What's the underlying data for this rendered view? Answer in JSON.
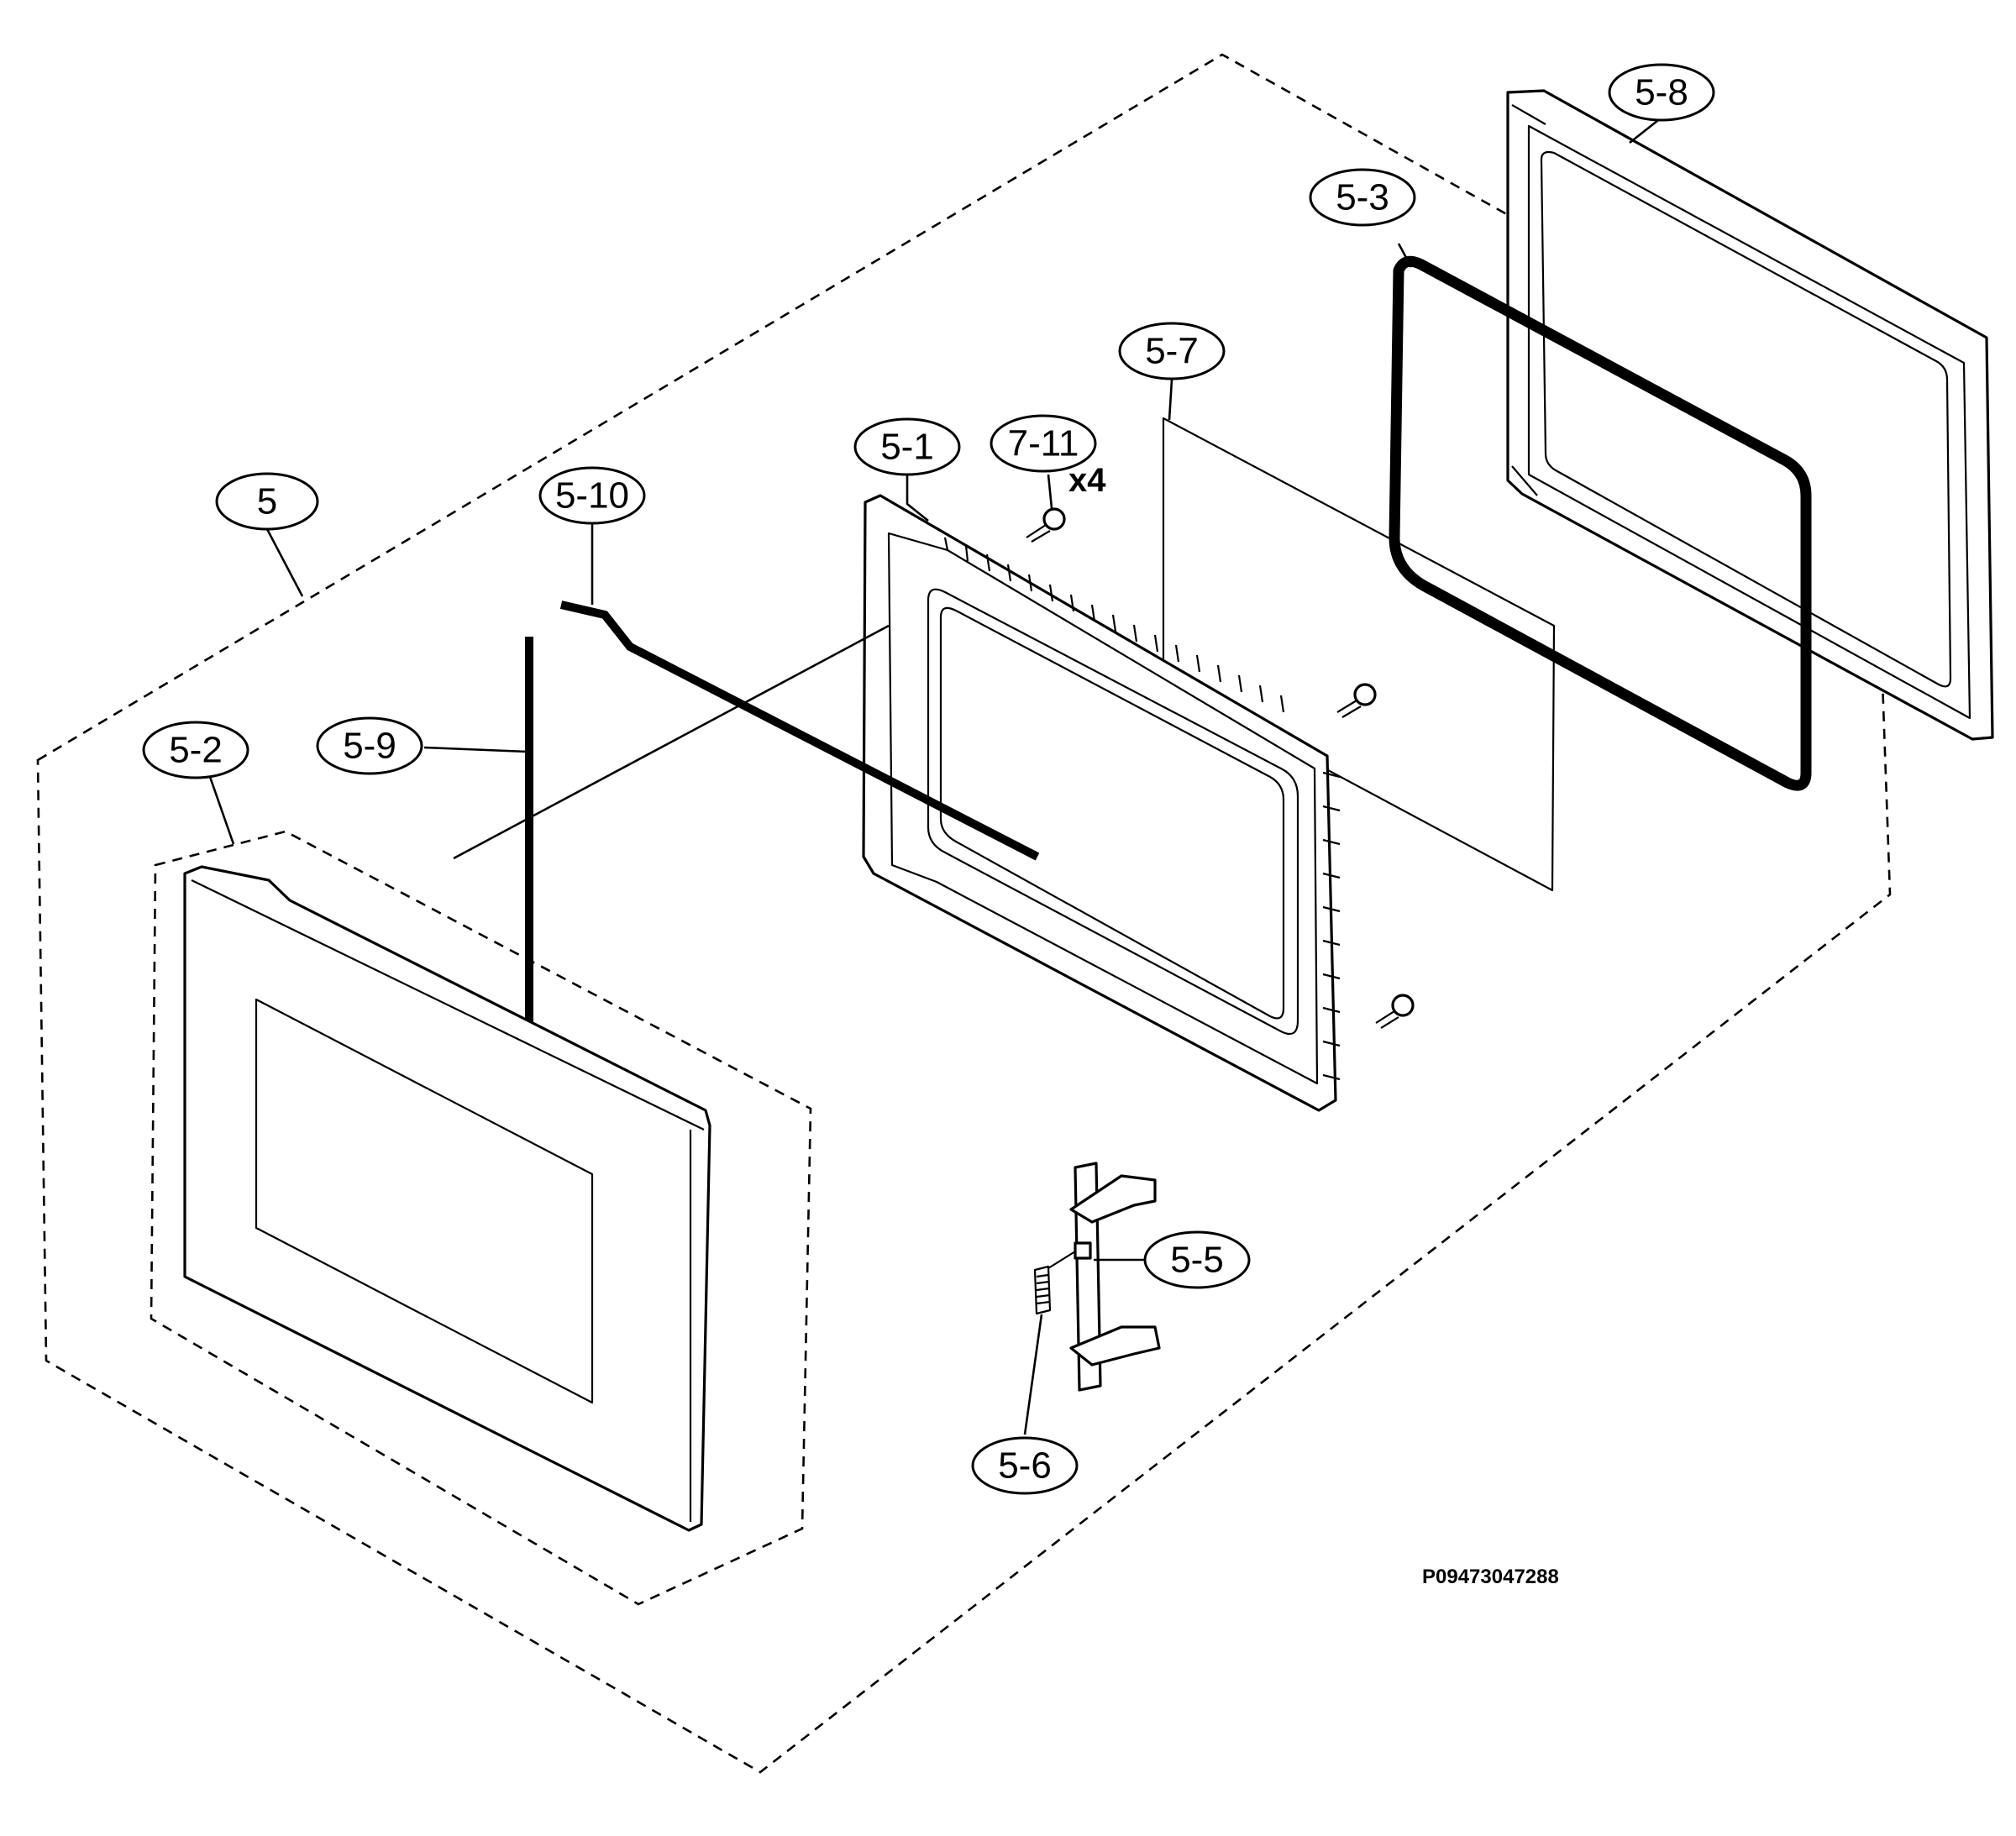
{
  "diagram": {
    "callouts": [
      {
        "id": "c5",
        "label": "5"
      },
      {
        "id": "c5-1",
        "label": "5-1"
      },
      {
        "id": "c5-2",
        "label": "5-2"
      },
      {
        "id": "c5-3",
        "label": "5-3"
      },
      {
        "id": "c5-5",
        "label": "5-5"
      },
      {
        "id": "c5-6",
        "label": "5-6"
      },
      {
        "id": "c5-7",
        "label": "5-7"
      },
      {
        "id": "c5-8",
        "label": "5-8"
      },
      {
        "id": "c5-9",
        "label": "5-9"
      },
      {
        "id": "c5-10",
        "label": "5-10"
      },
      {
        "id": "c7-11",
        "label": "7-11"
      }
    ],
    "quantity_note": "x4",
    "drawing_code": "P09473047288"
  }
}
